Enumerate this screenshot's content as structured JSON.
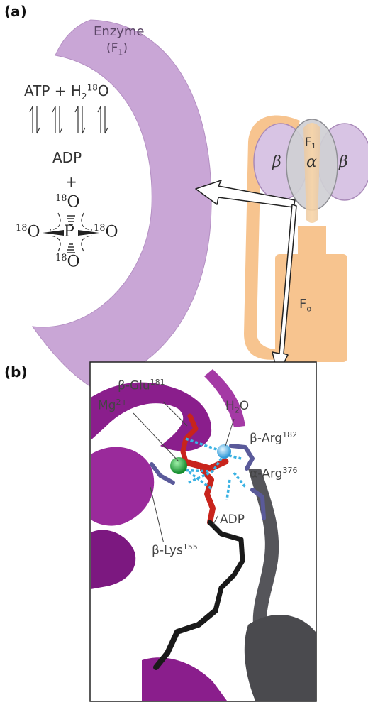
{
  "panel_a": {
    "letter": "(a)",
    "enzyme_label": "Enzyme",
    "enzyme_sub_open": "(F",
    "enzyme_sub_num": "1",
    "enzyme_sub_close": ")",
    "reaction": {
      "atp_text": "ATP + H",
      "sub_2": "2",
      "sup_18": "18",
      "o_text": "O",
      "adp": "ADP",
      "plus": "+",
      "iso": "18",
      "o": "O",
      "p": "P"
    },
    "f1_label": "F",
    "f1_sub": "1",
    "alpha": "α",
    "beta": "β",
    "fo_label": "F",
    "fo_sub": "o"
  },
  "panel_b": {
    "letter": "(b)",
    "glu_label": "β-Glu",
    "glu_sup": "181",
    "mg_label": "Mg",
    "mg_sup": "2+",
    "h2o_h": "H",
    "h2o_sub": "2",
    "h2o_o": "O",
    "arg182_label": "β-Arg",
    "arg182_sup": "182",
    "arg376_label": "α-Arg",
    "arg376_sup": "376",
    "adp_label": "ADP",
    "lys_label": "β-Lys",
    "lys_sup": "155"
  },
  "colors": {
    "enzyme": "#c9a6d6",
    "f1_beta": "#d8c4e4",
    "f1_alpha": "#cfcfd4",
    "stator": "#f7c48f",
    "ribbon_purple": "#8a1e8c",
    "ribbon_grey": "#4a4a4e",
    "stick_red": "#c8241c",
    "hbond": "#3ab2e3",
    "water": "#4ab3ea",
    "magnesium": "#23a83a"
  }
}
